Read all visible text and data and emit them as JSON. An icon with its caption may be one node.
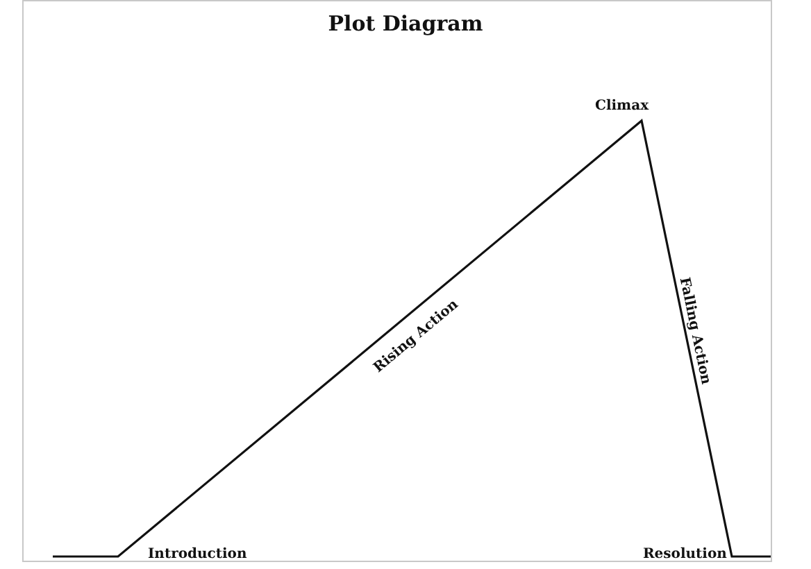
{
  "diagram": {
    "title": "Plot Diagram",
    "labels": [
      "Climax",
      "Rising Action",
      "Falling Action",
      "Introduction",
      "Resolution"
    ]
  }
}
